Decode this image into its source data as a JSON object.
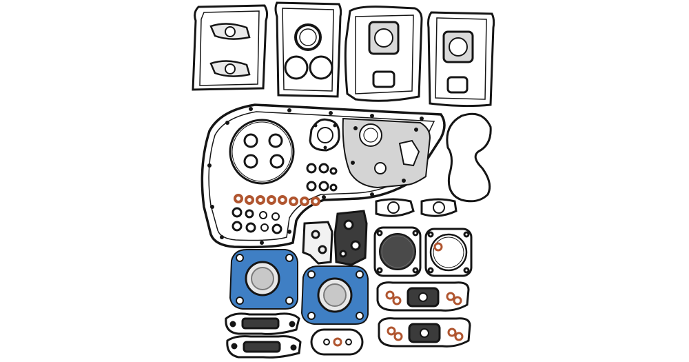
{
  "image": {
    "subject": "gasket-kit",
    "colors": {
      "background": "#ffffff",
      "gasket_line": "#151515",
      "gasket_fill": "#ffffff",
      "graphite": "#3b3b3b",
      "blue_head": "#3f7fc4",
      "blue_dark": "#2a5e9a",
      "copper": "#b0552f",
      "steel": "#b9b9b9",
      "cover_gray": "#d7d7d7"
    },
    "icons": [
      "rocker-cover-gasket",
      "primary-cover-gasket",
      "cam-cover-gasket",
      "cylinder-head-gasket",
      "cylinder-base-gasket",
      "rocker-box-gasket",
      "o-ring",
      "copper-washer"
    ]
  }
}
